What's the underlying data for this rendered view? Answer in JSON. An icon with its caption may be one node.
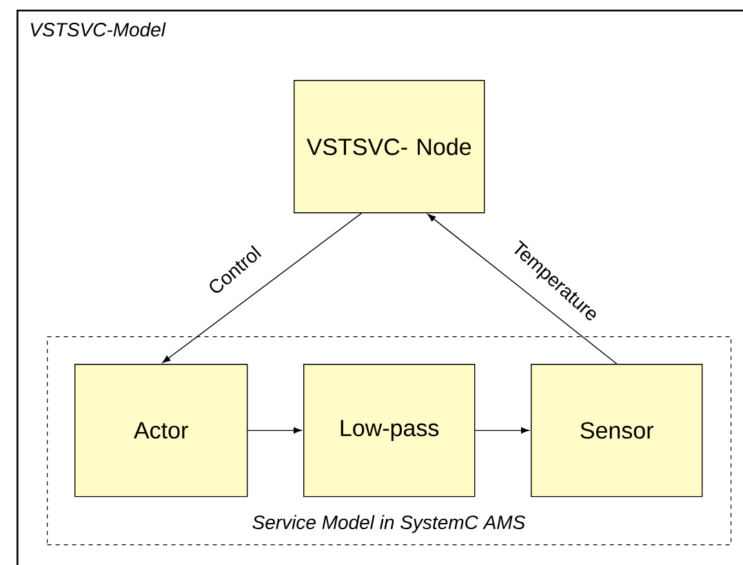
{
  "diagram": {
    "nodes": [
      {
        "text": [
          "VSTSVC-Model"
        ]
      },
      {
        "text": [
          "VSTSVC- Node"
        ],
        "in": 0
      },
      {
        "text": [
          "Service Model in SystemC AMS"
        ],
        "in": 0
      },
      {
        "text": [
          "Actor"
        ],
        "in": 2
      },
      {
        "text": [
          "Low-pass"
        ],
        "in": 2
      },
      {
        "text": [
          "Sensor"
        ],
        "in": 2
      }
    ],
    "edges": [
      {
        "from": 1,
        "to": 3,
        "arrow": "to",
        "label": "Control"
      },
      {
        "from": 3,
        "to": 4,
        "arrow": "to"
      },
      {
        "from": 4,
        "to": 5,
        "arrow": "to"
      },
      {
        "from": 5,
        "to": 1,
        "arrow": "to",
        "label": "Temperature"
      }
    ]
  }
}
